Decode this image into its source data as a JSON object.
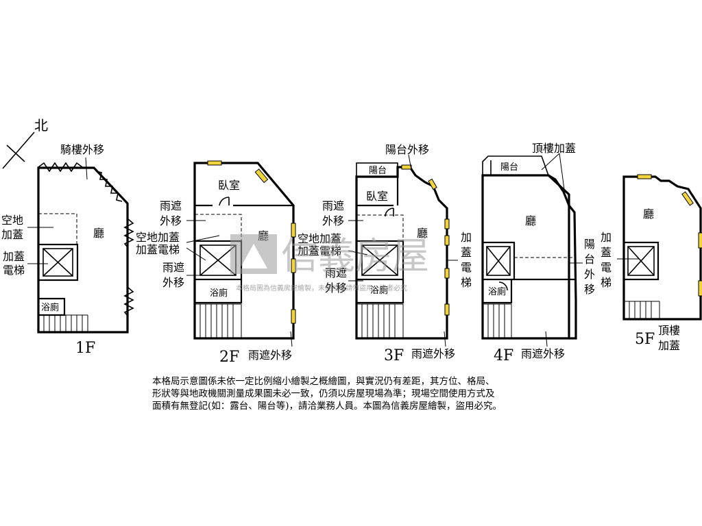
{
  "compass": {
    "north_label": "北"
  },
  "floors": {
    "f1": {
      "name": "1F",
      "rooms": {
        "hall": "廳",
        "bath": "浴廁"
      },
      "labels": {
        "arcade": "騎樓外移",
        "vacant_1": "空地",
        "vacant_2": "加蓋",
        "elev_1": "加蓋",
        "elev_2": "電梯"
      }
    },
    "f2": {
      "name": "2F",
      "rooms": {
        "bedroom": "臥室",
        "hall": "廳",
        "bath": "浴廁"
      },
      "labels": {
        "canopy_a1": "雨遮",
        "canopy_a2": "外移",
        "vacant": "空地加蓋",
        "elev": "加蓋電梯",
        "canopy_b1": "雨遮",
        "canopy_b2": "外移",
        "canopy_bottom": "雨遮外移"
      }
    },
    "f3": {
      "name": "3F",
      "rooms": {
        "balcony": "陽台",
        "bedroom": "臥室",
        "hall": "廳",
        "bath": "浴廁"
      },
      "labels": {
        "balcony_move": "陽台外移",
        "canopy_a1": "雨遮",
        "canopy_a2": "外移",
        "vacant": "空地加蓋",
        "elev": "加蓋電梯",
        "canopy_b1": "雨遮",
        "canopy_b2": "外移",
        "elev_v1": "加",
        "elev_v2": "蓋",
        "elev_v3": "電",
        "elev_v4": "梯",
        "canopy_bottom": "雨遮外移"
      }
    },
    "f4": {
      "name": "4F",
      "rooms": {
        "balcony": "陽台",
        "hall": "廳",
        "bath": "浴廁"
      },
      "labels": {
        "roof_add": "頂樓加蓋",
        "bal_v1": "陽",
        "bal_v2": "台",
        "bal_v3": "外",
        "bal_v4": "移",
        "canopy_bottom": "雨遮外移"
      }
    },
    "f5": {
      "name": "5F",
      "rooms": {
        "hall": "廳"
      },
      "labels": {
        "elev_1": "加",
        "elev_2": "蓋",
        "elev_3": "電",
        "elev_4": "梯",
        "roof_1": "頂樓",
        "roof_2": "加蓋"
      }
    }
  },
  "watermark": {
    "brand": "信義房屋",
    "small": "本格局圖為信義房屋繪製，未經授權請勿盜用，違者必究"
  },
  "disclaimer": {
    "line1": "本格局示意圖係未依一定比例縮小繪製之概繪圖，與實況仍有差距，其方位、格局、",
    "line2": "形狀等與地政機關測量成果圖未必一致，仍須以房屋現場為準；現場空間使用方式及",
    "line3": "面積有無登記(如：露台、陽台等)，請洽業務人員。本圖為信義房屋繪製，盜用必究。"
  }
}
